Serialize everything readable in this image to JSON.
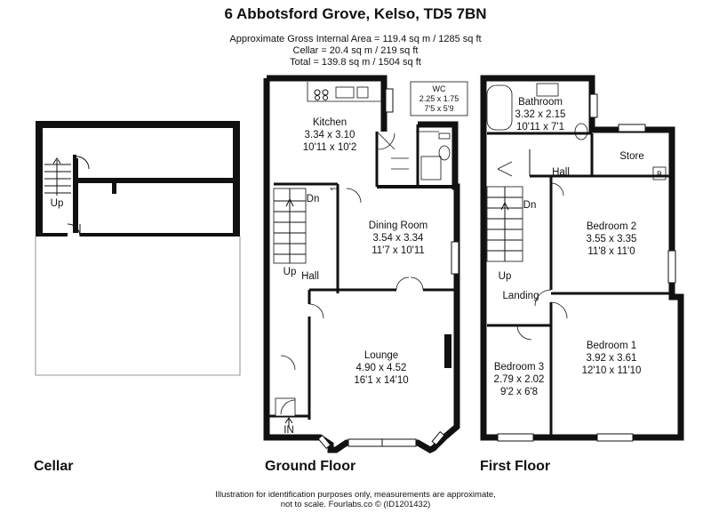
{
  "title": "6 Abbotsford Grove, Kelso, TD5 7BN",
  "areas": {
    "gross": "Approximate Gross Internal Area = 119.4 sq m / 1285 sq ft",
    "cellar": "Cellar = 20.4 sq m / 219 sq ft",
    "total": "Total = 139.8 sq m / 1504 sq ft"
  },
  "floors": {
    "cellar": {
      "label": "Cellar",
      "stairs": "Up"
    },
    "ground": {
      "label": "Ground Floor",
      "rooms": {
        "kitchen": {
          "name": "Kitchen",
          "metric": "3.34 x 3.10",
          "imperial": "10'11 x 10'2"
        },
        "wc": {
          "name": "WC",
          "metric": "2.25 x 1.75",
          "imperial": "7'5 x 5'9"
        },
        "dining": {
          "name": "Dining Room",
          "metric": "3.54 x 3.34",
          "imperial": "11'7 x 10'11"
        },
        "lounge": {
          "name": "Lounge",
          "metric": "4.90 x 4.52",
          "imperial": "16'1 x 14'10"
        },
        "hall": {
          "name": "Hall"
        }
      },
      "stairs_down": "Dn",
      "stairs_up": "Up",
      "entrance": "IN"
    },
    "first": {
      "label": "First Floor",
      "rooms": {
        "bathroom": {
          "name": "Bathroom",
          "metric": "3.32 x 2.15",
          "imperial": "10'11 x 7'1"
        },
        "store": {
          "name": "Store"
        },
        "hall": {
          "name": "Hall"
        },
        "bedroom2": {
          "name": "Bedroom 2",
          "metric": "3.55 x 3.35",
          "imperial": "11'8 x 11'0"
        },
        "landing": {
          "name": "Landing"
        },
        "bedroom1": {
          "name": "Bedroom 1",
          "metric": "3.92 x 3.61",
          "imperial": "12'10 x 11'10"
        },
        "bedroom3": {
          "name": "Bedroom 3",
          "metric": "2.79 x 2.02",
          "imperial": "9'2 x 6'8"
        }
      },
      "stairs_down": "Dn",
      "stairs_up": "Up",
      "boiler": "B"
    }
  },
  "disclaimer": {
    "line1": "Illustration for identification purposes only, measurements are approximate,",
    "line2": "not to scale. Fourlabs.co © (ID1201432)"
  }
}
